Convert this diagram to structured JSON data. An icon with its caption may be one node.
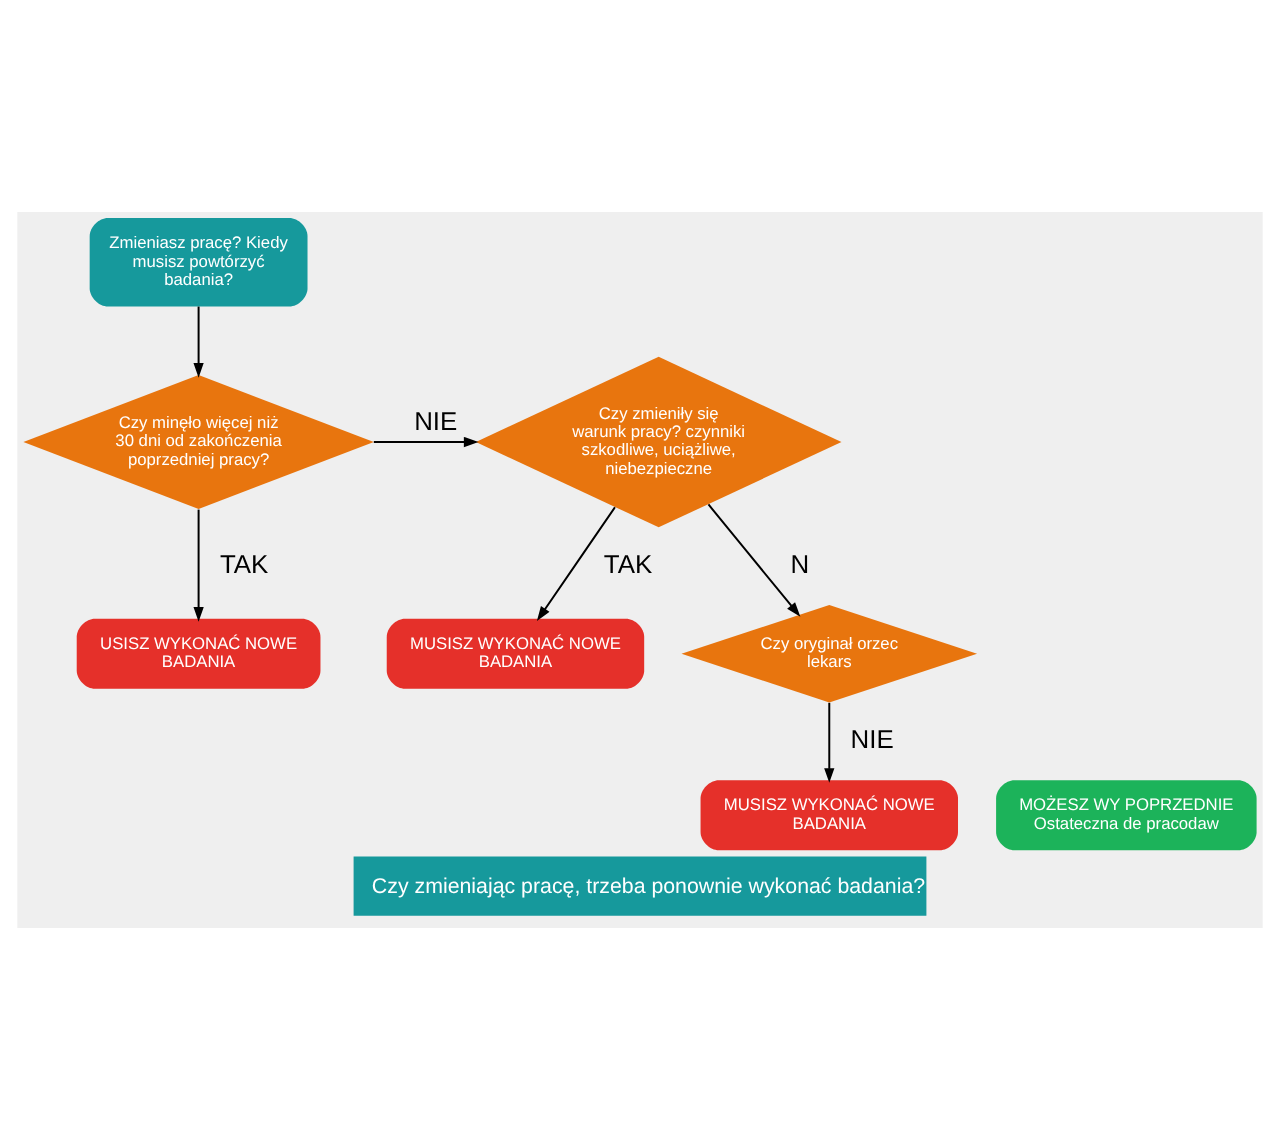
{
  "diagram": {
    "caption": "Czy zmieniając pracę, trzeba ponownie wykonać badania?",
    "nodes": [
      {
        "text": [
          "Zmieniasz pracę? Kiedy musisz powtórzyć badania?"
        ]
      },
      {
        "text": [
          "Czy minęło więcej niż 30 dni od zakończenia poprzedniej pracy?"
        ]
      },
      {
        "text": [
          "Czy zmieniły się warunk pracy? czynniki szkodliwe, uciążliwe, niebezpieczne"
        ]
      },
      {
        "text": [
          "USISZ WYKONAĆ NOWE BADANIA"
        ]
      },
      {
        "text": [
          "MUSISZ WYKONAĆ NOWE BADANIA"
        ]
      },
      {
        "text": [
          "Czy oryginał orzec lekars"
        ]
      },
      {
        "text": [
          "MUSISZ WYKONAĆ NOWE BADANIA"
        ]
      },
      {
        "text": [
          "MOŻESZ WY POPRZEDNIE Ostateczna de pracodaw"
        ]
      }
    ],
    "edges": [
      {
        "from": 0,
        "to": 1,
        "arrow": "to"
      },
      {
        "from": 1,
        "to": 3,
        "arrow": "to",
        "label": "TAK"
      },
      {
        "from": 1,
        "to": 2,
        "arrow": "to",
        "label": "NIE"
      },
      {
        "from": 2,
        "to": 4,
        "arrow": "to",
        "label": "TAK"
      },
      {
        "from": 2,
        "to": 5,
        "arrow": "to",
        "label": "N"
      },
      {
        "from": 5,
        "to": 6,
        "arrow": "to",
        "label": "NIE"
      }
    ]
  }
}
